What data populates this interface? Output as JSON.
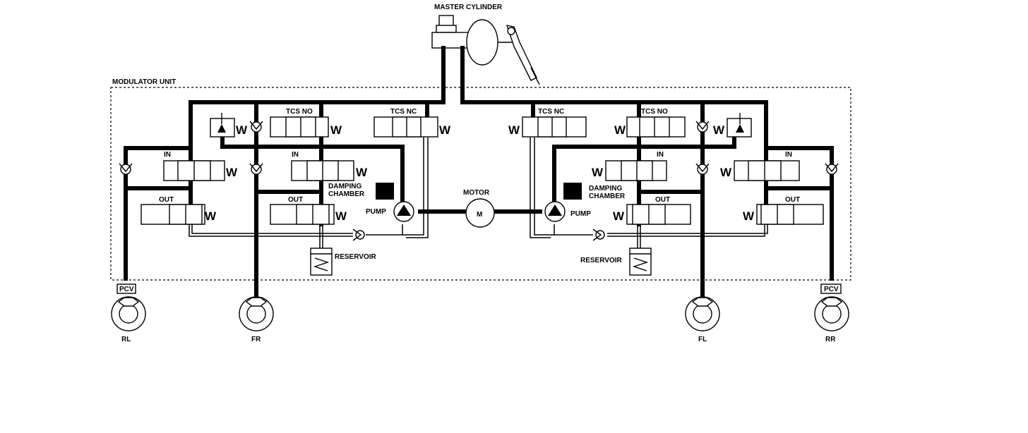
{
  "labels": {
    "master_cylinder": "MASTER CYLINDER",
    "modulator_unit": "MODULATOR UNIT",
    "tcs_no": "TCS NO",
    "tcs_nc": "TCS NC",
    "in": "IN",
    "out": "OUT",
    "damping": "DAMPING",
    "chamber": "CHAMBER",
    "pump": "PUMP",
    "motor": "MOTOR",
    "motor_symbol": "M",
    "reservoir": "RESERVOIR",
    "pcv": "PCV",
    "solenoid": "W"
  },
  "wheels": {
    "rl": "RL",
    "fr": "FR",
    "fl": "FL",
    "rr": "RR"
  }
}
